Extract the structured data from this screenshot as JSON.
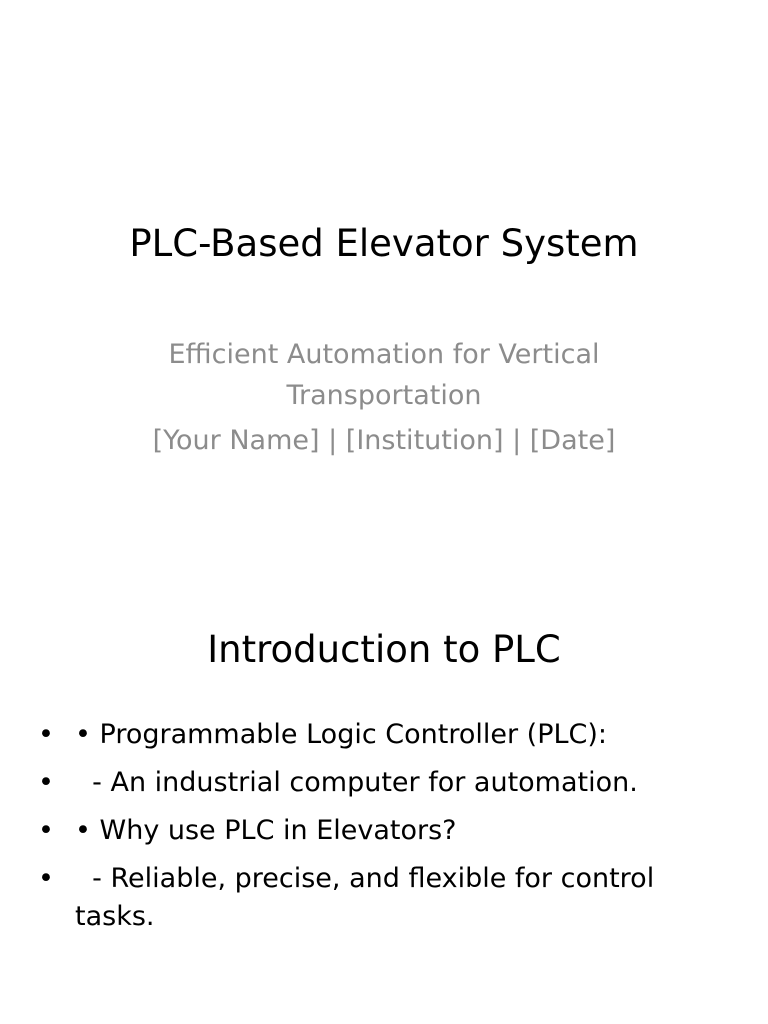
{
  "title_slide": {
    "title": "PLC-Based Elevator System",
    "subtitle": "Efficient Automation for Vertical Transportation",
    "byline": "[Your Name] | [Institution] | [Date]"
  },
  "intro_slide": {
    "heading": "Introduction to PLC",
    "bullet_char": "•",
    "bullets": [
      "• Programmable Logic Controller (PLC):",
      "  - An industrial computer for automation.",
      "• Why use PLC in Elevators?",
      "  - Reliable, precise, and flexible for control tasks."
    ]
  },
  "colors": {
    "text": "#000000",
    "subtitle": "#8c8c8c",
    "background": "#ffffff"
  }
}
